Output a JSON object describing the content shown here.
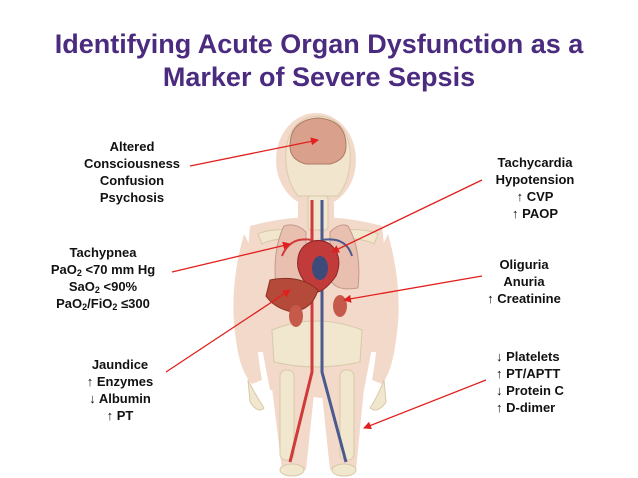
{
  "title": {
    "line1": "Identifying Acute Organ Dysfunction as a",
    "line2": "Marker of Severe Sepsis"
  },
  "labels": {
    "brain": [
      "Altered",
      "Consciousness",
      "Confusion",
      "Psychosis"
    ],
    "heart": [
      "Tachycardia",
      "Hypotension",
      "↑  CVP",
      "↑  PAOP"
    ],
    "lungs": {
      "line1": "Tachypnea",
      "pao2_a": "PaO",
      "pao2_sub": "2",
      "pao2_b": " <70 mm Hg",
      "sao2_a": "SaO",
      "sao2_sub": "2",
      "sao2_b": " <90%",
      "ratio_a": "PaO",
      "ratio_sub1": "2",
      "ratio_b": "/FiO",
      "ratio_sub2": "2",
      "ratio_c": " ≤300"
    },
    "kidney": [
      "Oliguria",
      "Anuria",
      "↑ Creatinine"
    ],
    "liver": [
      "Jaundice",
      "↑ Enzymes",
      "↓ Albumin",
      "↑ PT"
    ],
    "coag": [
      "↓ Platelets",
      "↑ PT/APTT",
      "↓ Protein C",
      "↑ D-dimer"
    ]
  },
  "colors": {
    "title": "#4b2b7f",
    "arrow": "#e0201e",
    "skin": "#f0cdb8",
    "bone": "#f1e7cf",
    "brain": "#d9a08c",
    "liver": "#b54a3a",
    "vessel_red": "#cf3a3a",
    "vessel_blue": "#4a5a8f"
  }
}
